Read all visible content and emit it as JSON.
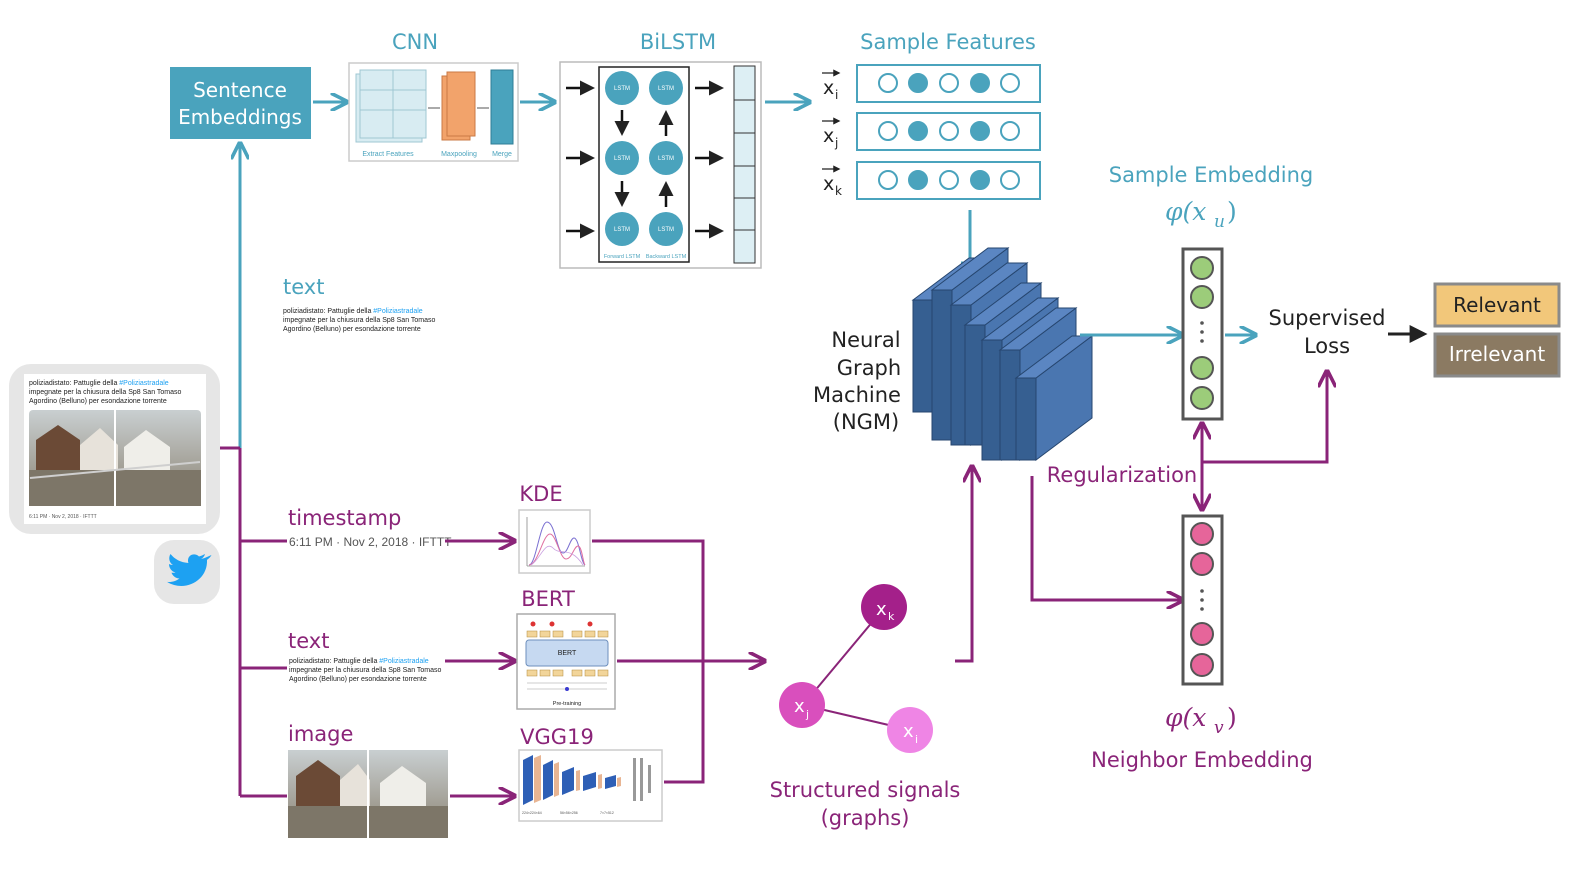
{
  "colors": {
    "teal": "#4aa3bd",
    "teal_dark": "#3f8fa8",
    "purple": "#8a2478",
    "navy_block": "#365f91",
    "green_node": "#9ccc7a",
    "pink_node": "#e6659a",
    "relevant_fill": "#f2c77a",
    "irrelevant_fill": "#8b7a62",
    "twitter_blue": "#1da1f2"
  },
  "labels": {
    "cnn": "CNN",
    "bilstm": "BiLSTM",
    "sample_features": "Sample Features",
    "sentence_embeddings": "Sentence Embeddings",
    "sentence_embeddings_line1": "Sentence",
    "sentence_embeddings_line2": "Embeddings",
    "x_i": "x",
    "x_i_sub": "i",
    "x_j": "x",
    "x_j_sub": "j",
    "x_k": "x",
    "x_k_sub": "k",
    "sample_embedding": "Sample Embedding",
    "phi_u": "φ(x",
    "phi_u_sub": "u",
    "phi_close": ")",
    "phi_v": "φ(x",
    "phi_v_sub": "v",
    "ngm_line1": "Neural",
    "ngm_line2": "Graph",
    "ngm_line3": "Machine",
    "ngm_line4": "(NGM)",
    "supervised_line1": "Supervised",
    "supervised_line2": "Loss",
    "relevant": "Relevant",
    "irrelevant": "Irrelevant",
    "regularization": "Regularization",
    "neighbor_embedding": "Neighbor Embedding",
    "text_top": "text",
    "timestamp": "timestamp",
    "timestamp_value": "6:11 PM · Nov 2, 2018 · IFTTT",
    "text_bottom": "text",
    "image": "image",
    "kde": "KDE",
    "bert": "BERT",
    "vgg19": "VGG19",
    "structured_line1": "Structured signals",
    "structured_line2": "(graphs)",
    "cnn_extract": "Extract Features",
    "cnn_maxpool": "Maxpooling",
    "cnn_merge": "Merge",
    "lstm": "LSTM",
    "forward_lstm": "Forward LSTM",
    "backward_lstm": "Backward LSTM",
    "bert_inner": "BERT",
    "bert_pretraining": "Pre-training",
    "tweet_line1_a": "poliziadistato: Pattuglie della ",
    "tweet_hashtag": "#Poliziastradale",
    "tweet_line2": "impegnate per la chiusura della Sp8 San Tomaso",
    "tweet_line3": "Agordino (Belluno) per esondazione torrente",
    "tweet_footer": "6:11 PM · Nov 2, 2018 · IFTTT",
    "node_k": "x",
    "node_k_sub": "k",
    "node_j": "x",
    "node_j_sub": "j",
    "node_i": "x",
    "node_i_sub": "i"
  }
}
